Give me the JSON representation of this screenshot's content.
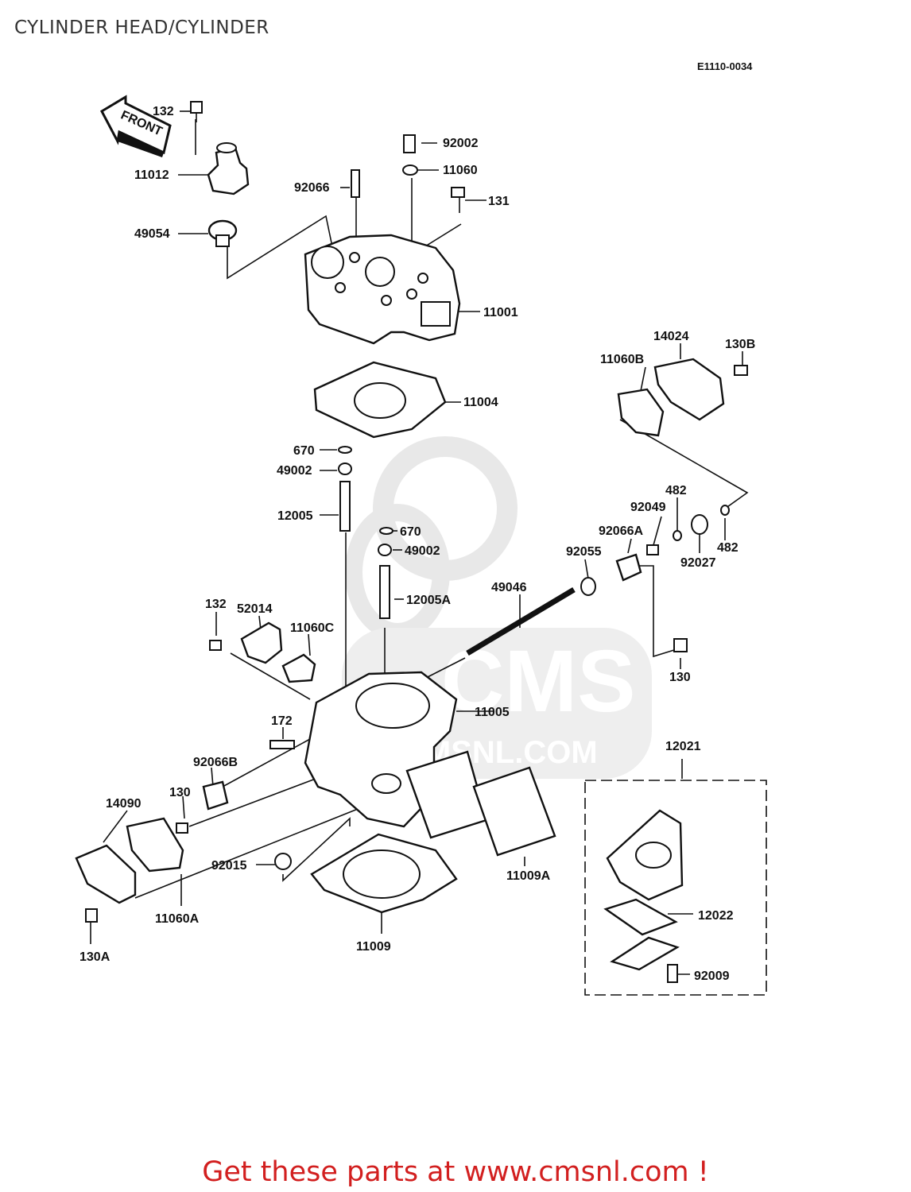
{
  "header": {
    "title": "CYLINDER HEAD/CYLINDER",
    "diagram_code": "E1110-0034"
  },
  "front_arrow": {
    "label": "FRONT"
  },
  "watermark": {
    "brand": "CMS",
    "url": "CMSNL.COM"
  },
  "part_labels": [
    "132",
    "11012",
    "49054",
    "92002",
    "11060",
    "92066",
    "131",
    "11001",
    "14024",
    "130B",
    "11060B",
    "11004",
    "670",
    "49002",
    "12005",
    "670",
    "49002",
    "12005A",
    "482",
    "92049",
    "92027",
    "482",
    "92066A",
    "92055",
    "49046",
    "132",
    "52014",
    "11060C",
    "130",
    "11005",
    "172",
    "12021",
    "92066B",
    "130",
    "14090",
    "92015",
    "11009A",
    "11060A",
    "12022",
    "11009",
    "130A",
    "92009"
  ],
  "footer": {
    "cta": "Get these parts at www.cmsnl.com !"
  }
}
